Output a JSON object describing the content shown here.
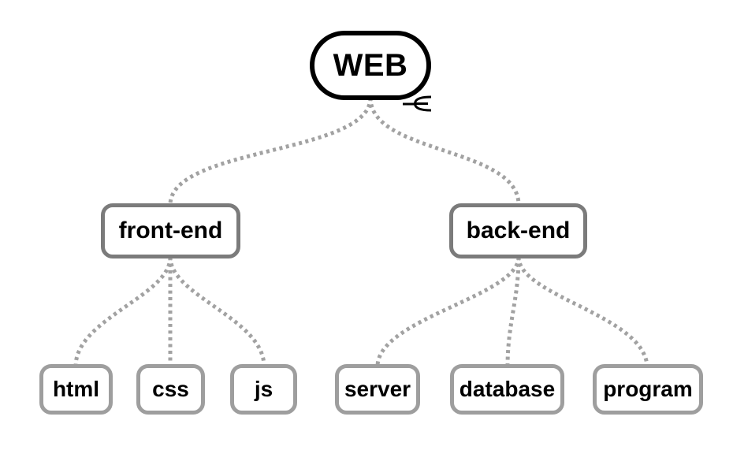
{
  "page": {
    "background": "#ffffff"
  },
  "diagram": {
    "type": "mind-map",
    "root": {
      "label": "WEB",
      "collapse_icon": "collapse-branch-icon"
    },
    "branches": [
      {
        "label": "front-end",
        "children": [
          {
            "label": "html"
          },
          {
            "label": "css"
          },
          {
            "label": "js"
          }
        ]
      },
      {
        "label": "back-end",
        "children": [
          {
            "label": "server"
          },
          {
            "label": "database"
          },
          {
            "label": "program"
          }
        ]
      }
    ],
    "colors": {
      "root_border": "#000000",
      "branch_border": "#7b7b7b",
      "leaf_border": "#9e9e9e",
      "connector": "#a2a2a2",
      "text": "#000000",
      "background": "#ffffff"
    },
    "connector_style": "dashed-bezier"
  }
}
